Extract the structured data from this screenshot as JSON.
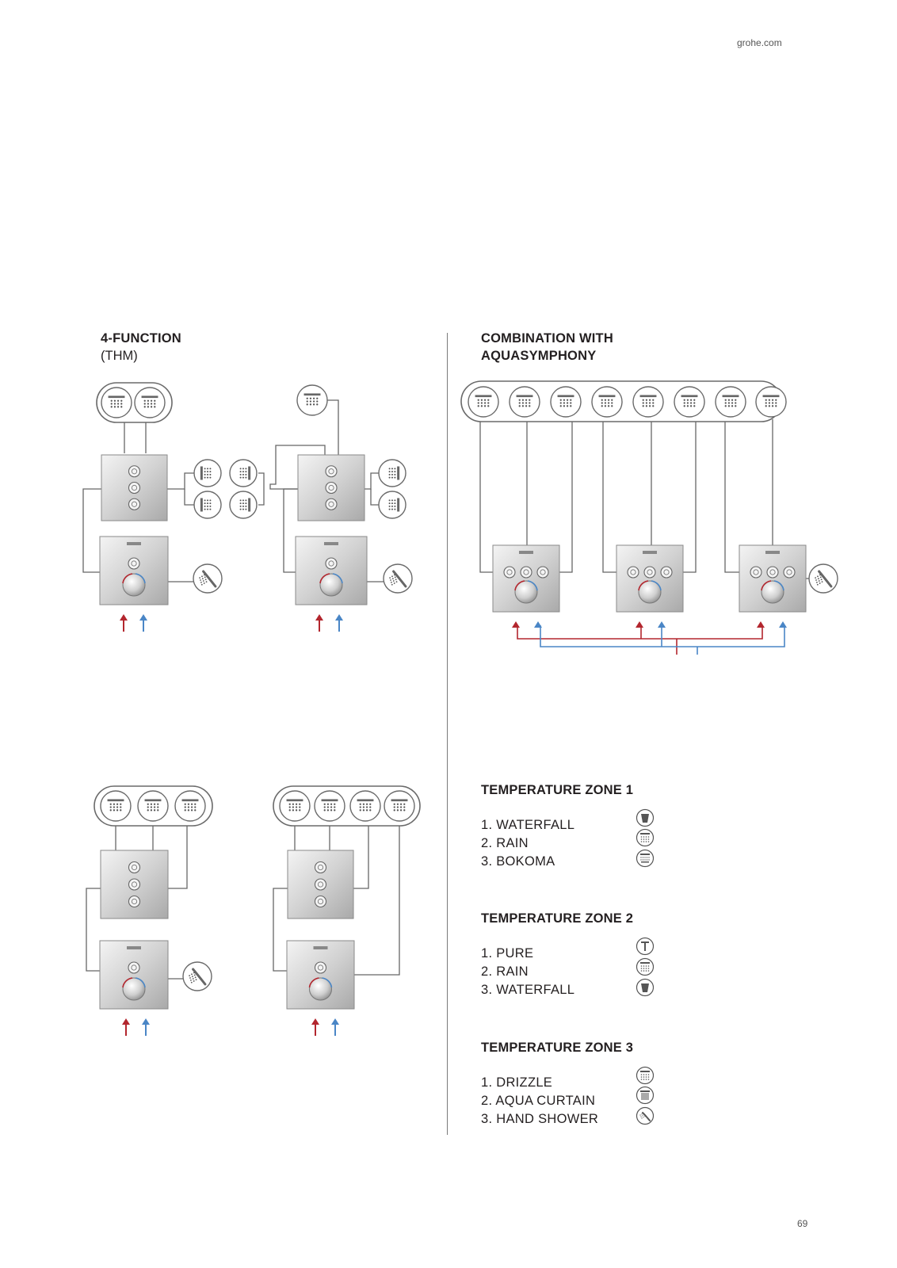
{
  "header": {
    "site": "grohe.com"
  },
  "footer": {
    "page_number": "69"
  },
  "left": {
    "title": "4-FUNCTION",
    "subtitle": "(THM)"
  },
  "right": {
    "title_line1": "COMBINATION WITH",
    "title_line2": "AQUASYMPHONY"
  },
  "zones": [
    {
      "title": "TEMPERATURE ZONE 1",
      "items": [
        "1. WATERFALL",
        "2. RAIN",
        "3. BOKOMA"
      ],
      "icons": [
        "waterfall-icon",
        "rain-icon",
        "bokoma-icon"
      ]
    },
    {
      "title": "TEMPERATURE ZONE 2",
      "items": [
        "1. PURE",
        "2. RAIN",
        "3. WATERFALL"
      ],
      "icons": [
        "pure-icon",
        "rain-icon",
        "waterfall-icon"
      ]
    },
    {
      "title": "TEMPERATURE ZONE 3",
      "items": [
        "1. DRIZZLE",
        "2. AQUA CURTAIN",
        "3. HAND SHOWER"
      ],
      "icons": [
        "drizzle-icon",
        "aqua-curtain-icon",
        "hand-shower-icon"
      ]
    }
  ],
  "colors": {
    "hot": "#b3262e",
    "cold": "#4a86c6",
    "line": "#666666",
    "panel": "#dcdcdc"
  }
}
